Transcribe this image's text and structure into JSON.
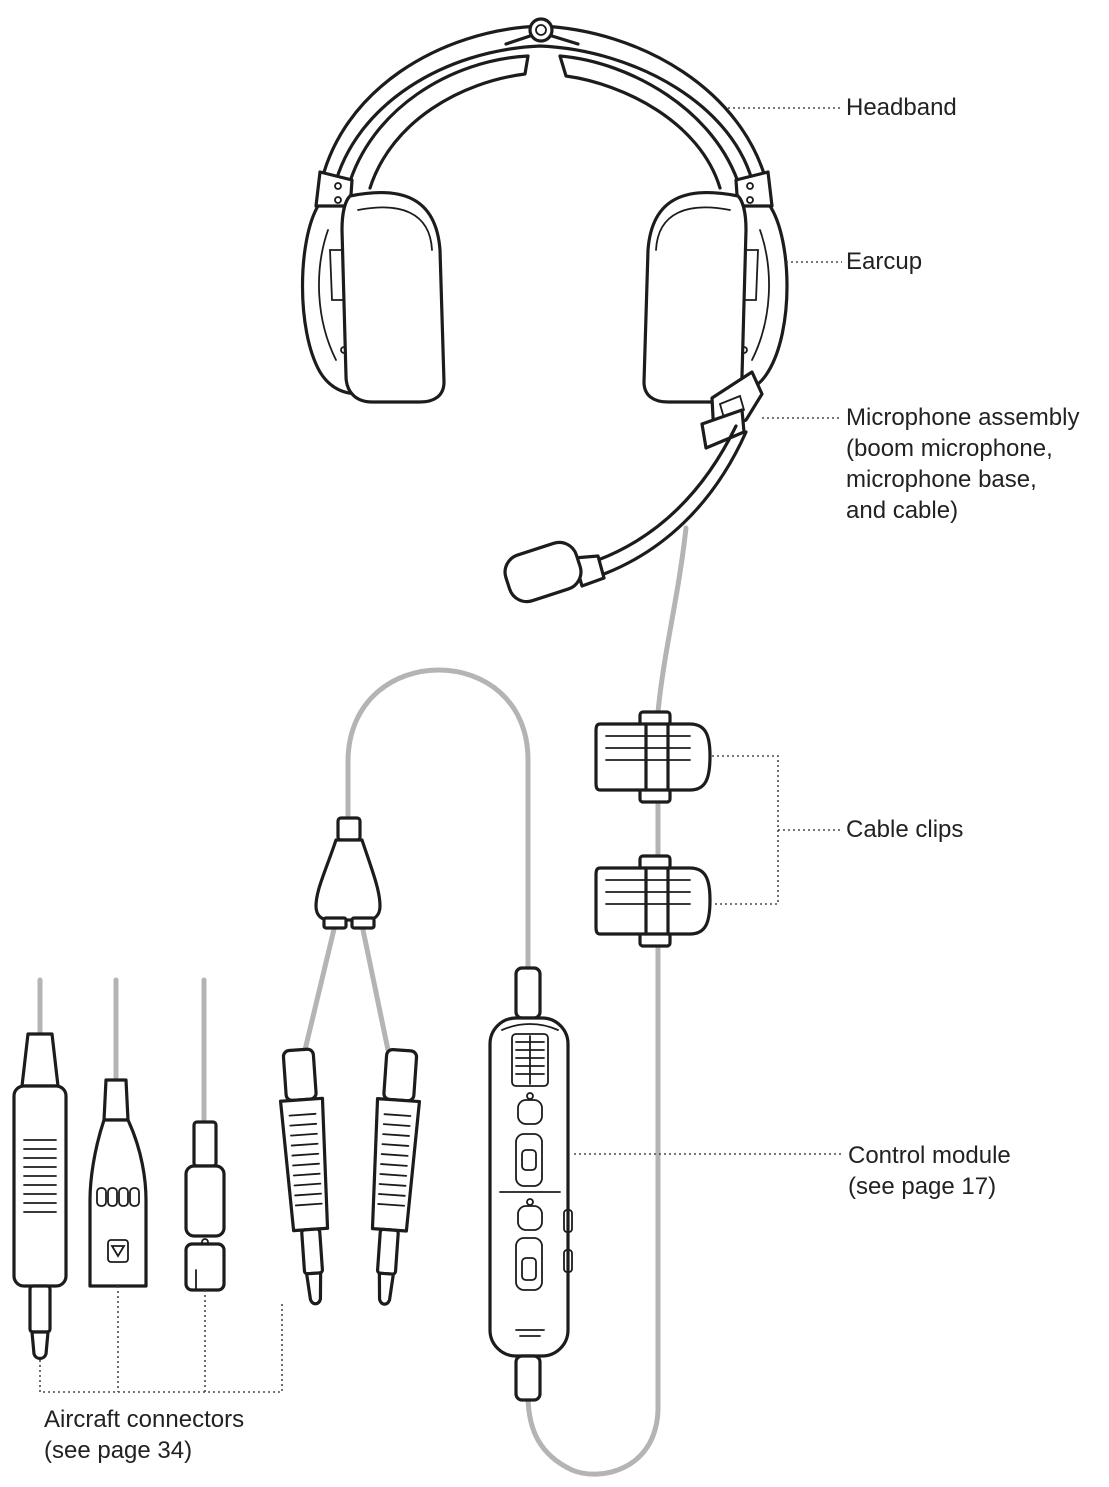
{
  "labels": {
    "headband": "Headband",
    "earcup": "Earcup",
    "microphone": [
      "Microphone assembly",
      "(boom microphone,",
      "microphone base,",
      "and cable)"
    ],
    "cable_clips": "Cable clips",
    "control_module": [
      "Control module",
      "(see page 17)"
    ],
    "aircraft_connectors": [
      "Aircraft connectors",
      "(see page 34)"
    ]
  },
  "icons": {
    "headset": "headset-icon",
    "boom_microphone": "boom-microphone-icon",
    "cable_clip": "cable-clip-icon",
    "control_module": "control-module-icon",
    "connector": "plug-connector-icon"
  },
  "colors": {
    "ink": "#1c1c1c",
    "cable": "#b4b4b4",
    "leader": "#4a4a4a",
    "text": "#222222"
  }
}
